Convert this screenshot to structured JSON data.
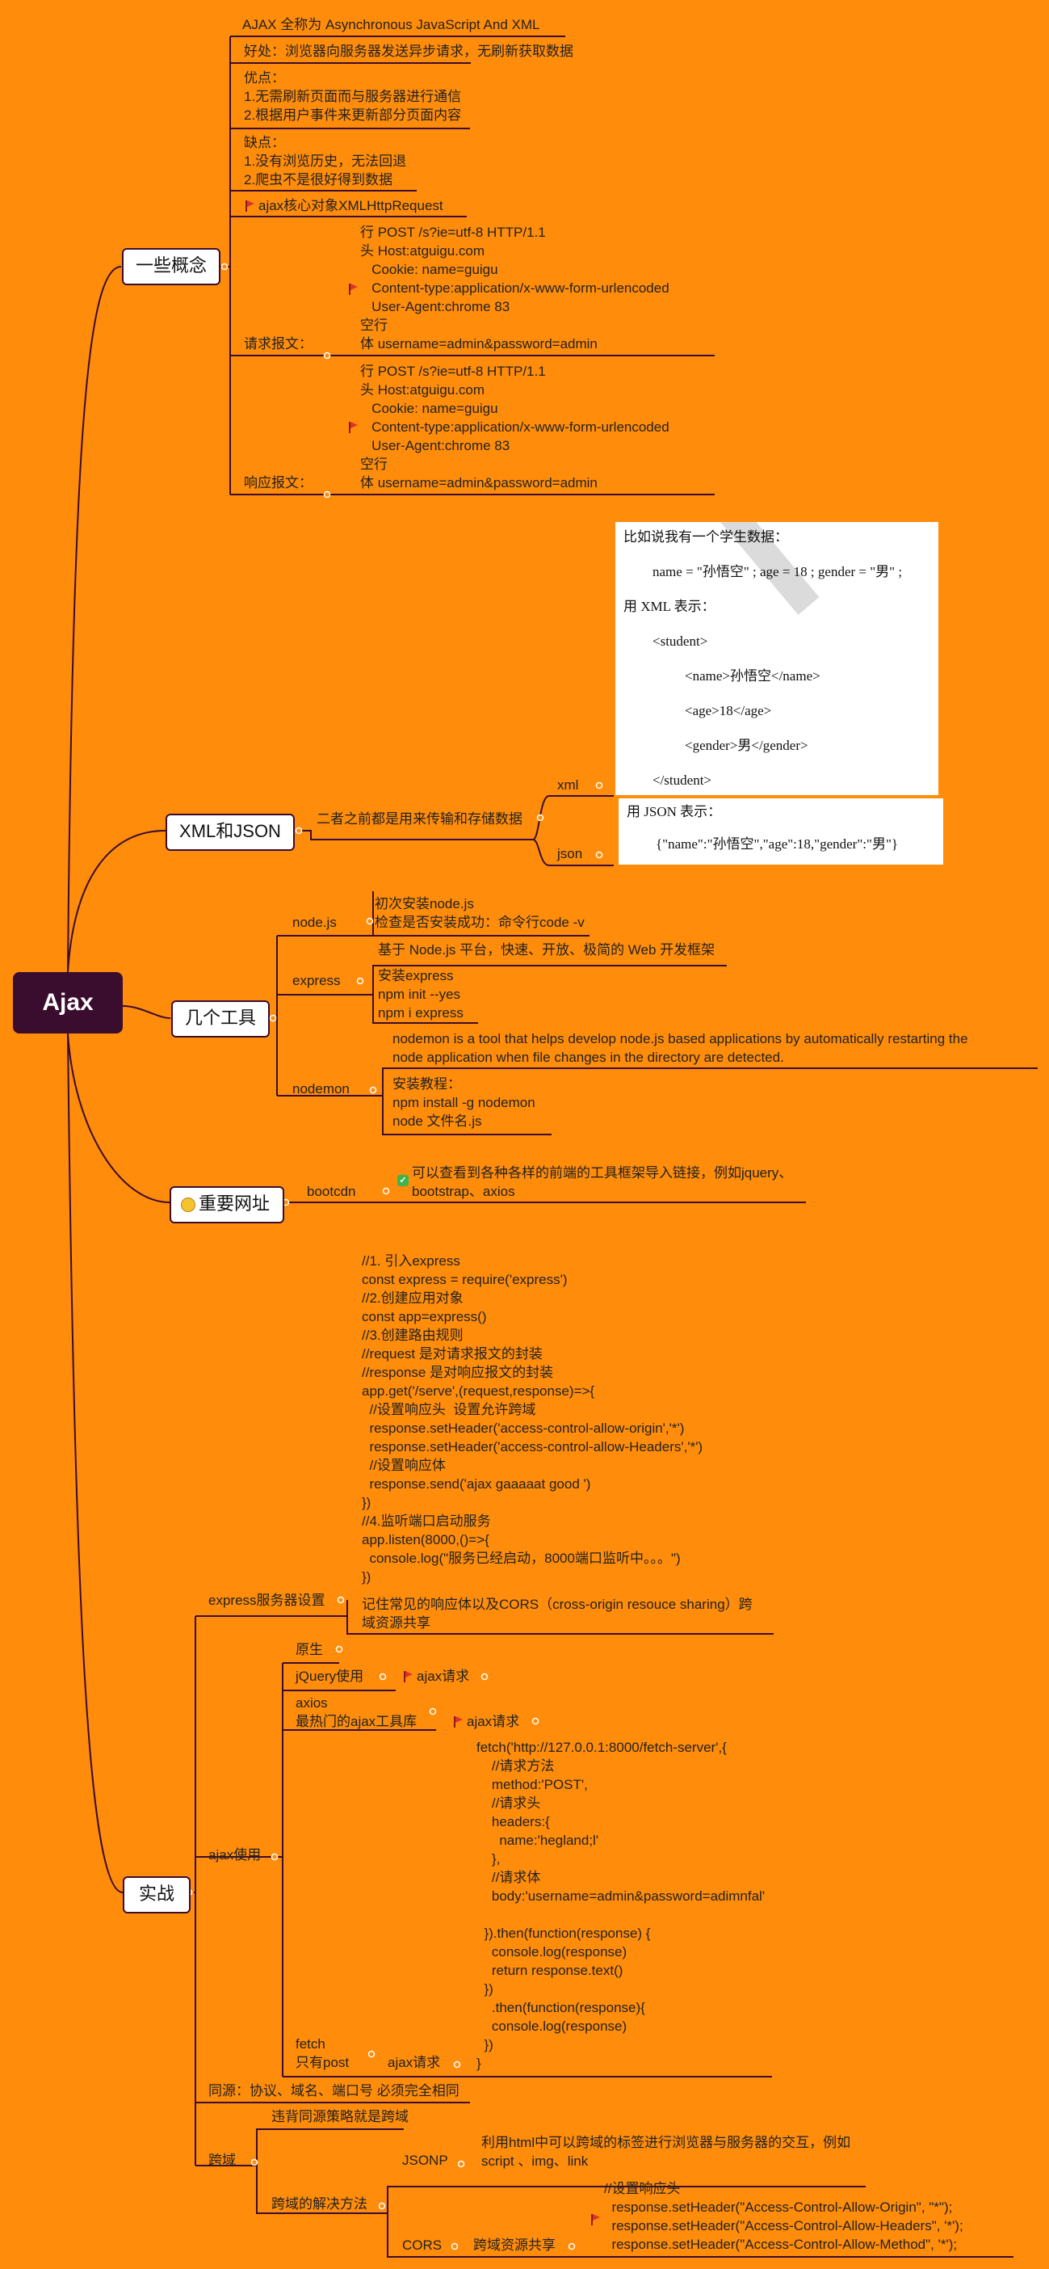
{
  "root": "Ajax",
  "concepts": {
    "label": "一些概念",
    "full_name": "AJAX 全称为 Asynchronous JavaScript And XML",
    "benefit": "好处：浏览器向服务器发送异步请求，无刷新获取数据",
    "pros": [
      "优点：",
      "1.无需刷新页面而与服务器进行通信",
      "2.根据用户事件来更新部分页面内容"
    ],
    "cons": [
      "缺点：",
      "1.没有浏览历史，无法回退",
      "2.爬虫不是很好得到数据"
    ],
    "core": "ajax核心对象XMLHttpRequest",
    "request_label": "请求报文：",
    "response_label": "响应报文：",
    "message_lines": [
      "行 POST /s?ie=utf-8 HTTP/1.1",
      "头 Host:atguigu.com",
      "   Cookie: name=guigu",
      "   Content-type:application/x-www-form-urlencoded",
      "   User-Agent:chrome 83",
      "空行",
      "体 username=admin&password=admin"
    ]
  },
  "xmljson": {
    "label": "XML和JSON",
    "desc": "二者之前都是用来传输和存储数据",
    "xml_label": "xml",
    "json_label": "json",
    "xml_panel": [
      "比如说我有一个学生数据：",
      "name = \"孙悟空\" ; age = 18 ; gender = \"男\" ;",
      "用 XML 表示：",
      "<student>",
      "<name>孙悟空</name>",
      "<age>18</age>",
      "<gender>男</gender>",
      "</student>"
    ],
    "json_panel": [
      "用 JSON 表示：",
      "{\"name\":\"孙悟空\",\"age\":18,\"gender\":\"男\"}"
    ]
  },
  "tools": {
    "label": "几个工具",
    "node_label": "node.js",
    "node_lines": [
      "初次安装node.js",
      "检查是否安装成功：命令行code -v"
    ],
    "express_label": "express",
    "express_desc": "基于 Node.js 平台，快速、开放、极简的 Web 开发框架",
    "express_lines": [
      "安装express",
      "npm init --yes",
      "npm i express"
    ],
    "nodemon_label": "nodemon",
    "nodemon_desc": [
      "nodemon is a tool that helps develop node.js based applications by automatically restarting the",
      "node application when file changes in the directory are detected."
    ],
    "nodemon_lines": [
      "安装教程：",
      "npm install -g nodemon",
      "node 文件名.js"
    ]
  },
  "sites": {
    "label": "重要网址",
    "bootcdn_label": "bootcdn",
    "bootcdn_desc": [
      "可以查看到各种各样的前端的工具框架导入链接，例如jquery、",
      "bootstrap、axios"
    ]
  },
  "practice": {
    "label": "实战",
    "server_label": "express服务器设置",
    "server_code": [
      "//1. 引入express",
      "const express = require('express')",
      "//2.创建应用对象",
      "const app=express()",
      "//3.创建路由规则",
      "//request 是对请求报文的封装",
      "//response 是对响应报文的封装",
      "app.get('/serve',(request,response)=>{",
      "  //设置响应头  设置允许跨域",
      "  response.setHeader('access-control-allow-origin','*')",
      "  response.setHeader('access-control-allow-Headers','*')",
      "  //设置响应体",
      "  response.send('ajax gaaaaat good ')",
      "})",
      "//4.监听端口启动服务",
      "app.listen(8000,()=>{",
      "  console.log(\"服务已经启动，8000端口监听中。。。\")",
      "})"
    ],
    "server_note": [
      "记住常见的响应体以及CORS（cross-origin resouce sharing）跨",
      "域资源共享"
    ],
    "ajax_use_label": "ajax使用",
    "native": "原生",
    "jquery": "jQuery使用",
    "ajax_request": "ajax请求",
    "axios_lines": [
      "axios",
      "最热门的ajax工具库"
    ],
    "fetch_code": [
      "fetch('http://127.0.0.1:8000/fetch-server',{",
      "    //请求方法",
      "    method:'POST',",
      "    //请求头",
      "    headers:{",
      "      name:'hegland;l'",
      "    },",
      "    //请求体",
      "    body:'username=admin&password=adimnfal'",
      "",
      "  }).then(function(response) {",
      "    console.log(response)",
      "    return response.text()",
      "  })",
      "    .then(function(response){",
      "    console.log(response)",
      "  })",
      "}"
    ],
    "fetch_lines": [
      "fetch",
      "只有post"
    ],
    "same_origin": "同源：协议、域名、端口号 必须完全相同",
    "cross_label": "跨域",
    "cross_def": "违背同源策略就是跨域",
    "cross_solution": "跨域的解决方法",
    "jsonp_label": "JSONP",
    "jsonp_desc": [
      "利用html中可以跨域的标签进行浏览器与服务器的交互，例如",
      "script 、img、link"
    ],
    "cors_label": "CORS",
    "cors_desc": "跨域资源共享",
    "cors_code": [
      "//设置响应头",
      "  response.setHeader(\"Access-Control-Allow-Origin\", \"*\");",
      "  response.setHeader(\"Access-Control-Allow-Headers\", '*');",
      "  response.setHeader(\"Access-Control-Allow-Method\", '*');"
    ]
  }
}
